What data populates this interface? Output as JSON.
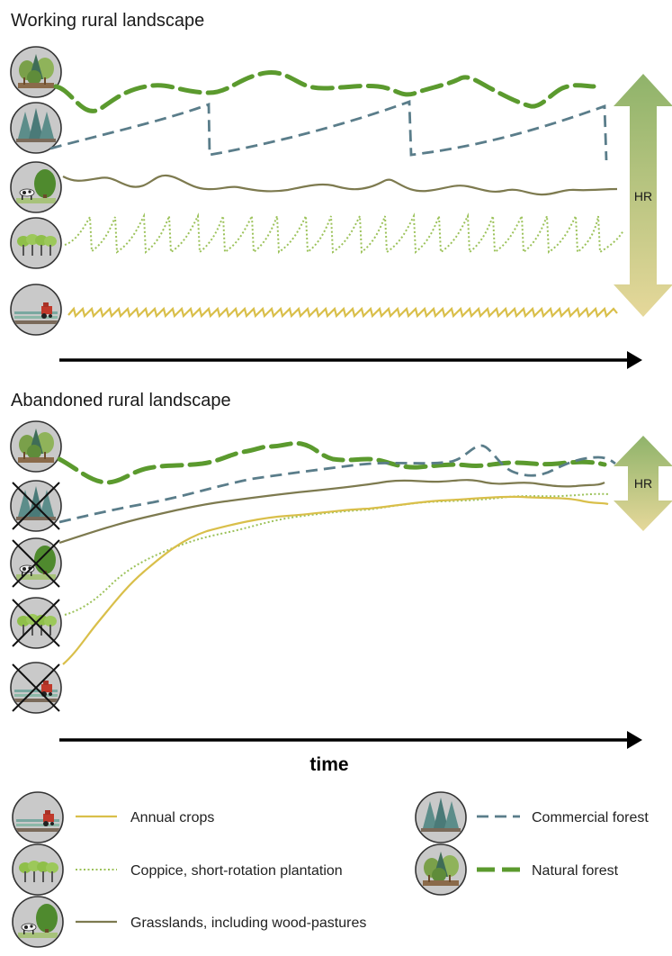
{
  "panels": {
    "working": {
      "title": "Working rural landscape",
      "hr_label": "HR"
    },
    "abandoned": {
      "title": "Abandoned rural landscape",
      "hr_label": "HR"
    }
  },
  "axis_label": "time",
  "legend": {
    "annual_crops": "Annual crops",
    "coppice": "Coppice, short-rotation plantation",
    "grasslands": "Grasslands, including wood-pastures",
    "commercial_forest": "Commercial forest",
    "natural_forest": "Natural forest"
  },
  "colors": {
    "annual_crops": "#d9bf4a",
    "coppice": "#9cc25a",
    "grasslands": "#7d7a4f",
    "commercial_forest": "#5a7d8a",
    "natural_forest": "#5b9a2e",
    "hr_top": "#8fb36a",
    "hr_bottom": "#e2d494"
  },
  "icons": {
    "natural_forest": "natural-forest-icon",
    "commercial_forest": "commercial-forest-icon",
    "grasslands": "grassland-cow-tree-icon",
    "coppice": "coppice-trees-icon",
    "annual_crops": "crops-tractor-icon",
    "crossed": "cross-out-icon"
  }
}
